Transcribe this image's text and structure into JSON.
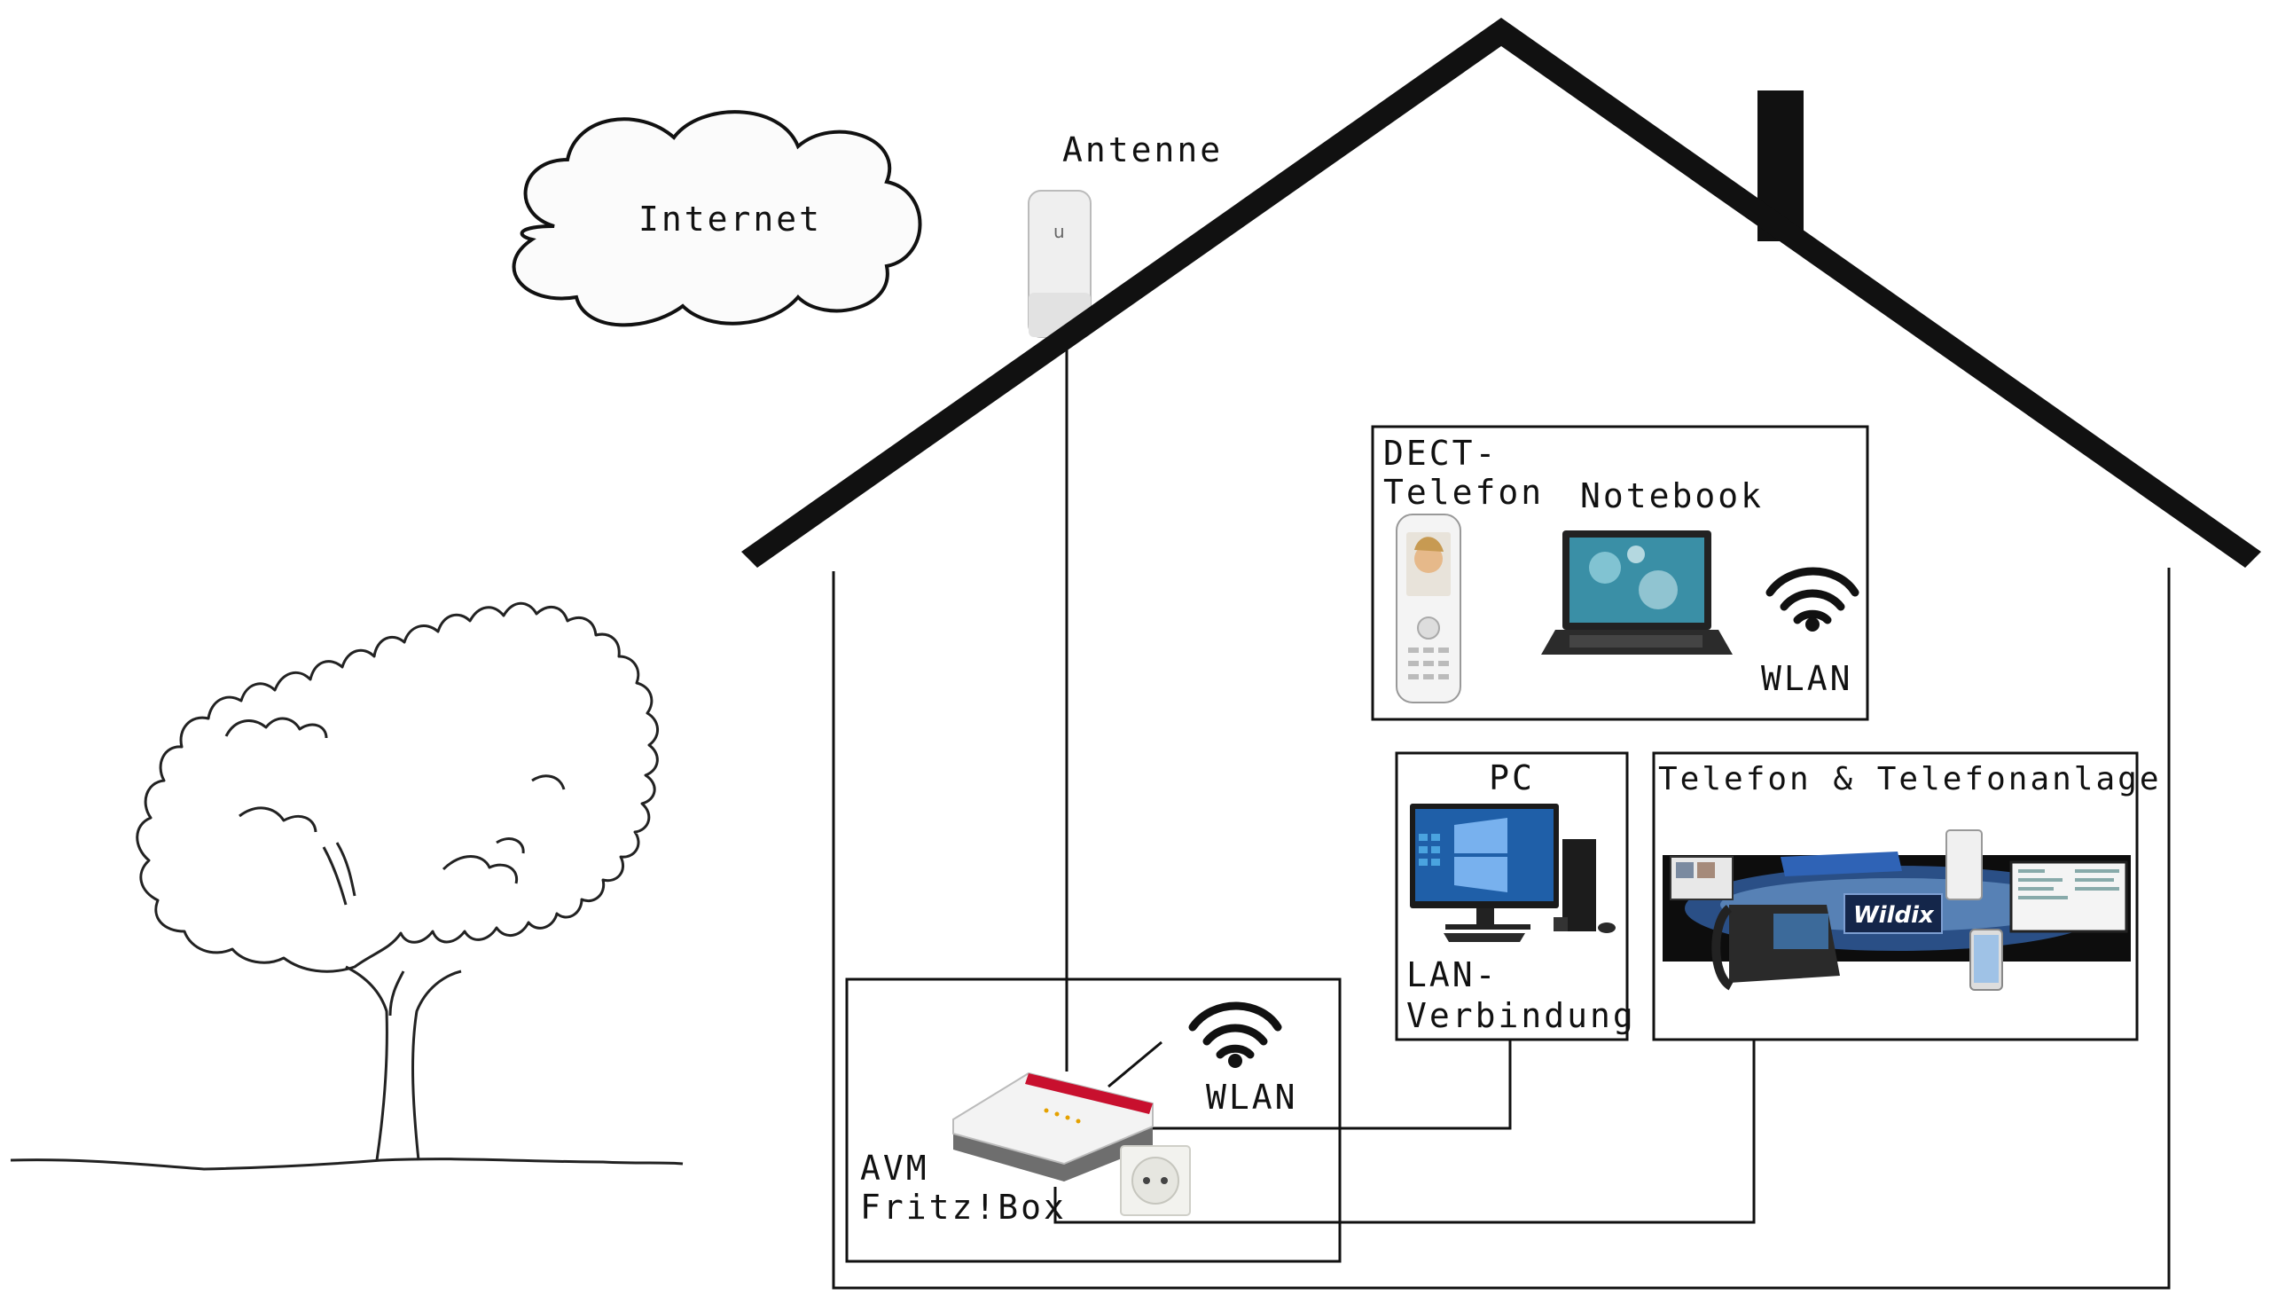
{
  "labels": {
    "internet": "Internet",
    "antenna": "Antenne",
    "dect_line1": "DECT-",
    "dect_line2": "Telefon",
    "notebook": "Notebook",
    "wlan_top": "WLAN",
    "pc": "PC",
    "lan_line1": "LAN-",
    "lan_line2": "Verbindung",
    "pbx": "Telefon & Telefonanlage",
    "wlan_router": "WLAN",
    "router_line1": "AVM",
    "router_line2": "Fritz!Box",
    "wildix_brand": "Wildix"
  },
  "colors": {
    "line": "#111111",
    "background": "#ffffff",
    "router_red": "#c8102e",
    "screen_blue": "#1f5fa8",
    "pbx_blue": "#2a4f86"
  },
  "icons": [
    "cloud-icon",
    "antenna-icon",
    "dect-phone-icon",
    "laptop-icon",
    "wifi-icon",
    "desktop-pc-icon",
    "pbx-collage-icon",
    "router-icon",
    "power-socket-icon",
    "tree-icon"
  ]
}
